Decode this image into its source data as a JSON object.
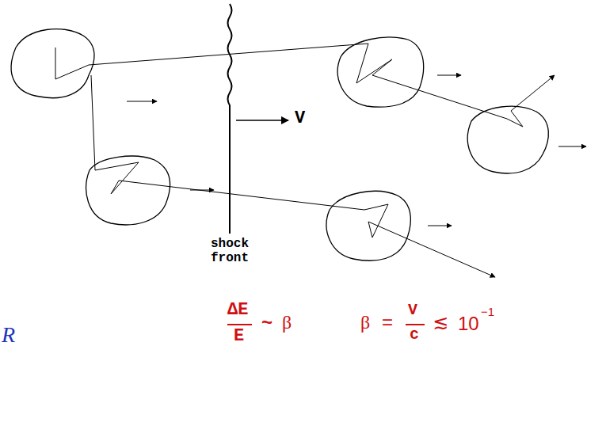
{
  "diagram": {
    "labels": [
      "V",
      "shock front",
      "R",
      "ΔE",
      "E",
      "~",
      "β",
      "β",
      "=",
      "V",
      "c",
      "≲",
      "10",
      "−1"
    ]
  }
}
